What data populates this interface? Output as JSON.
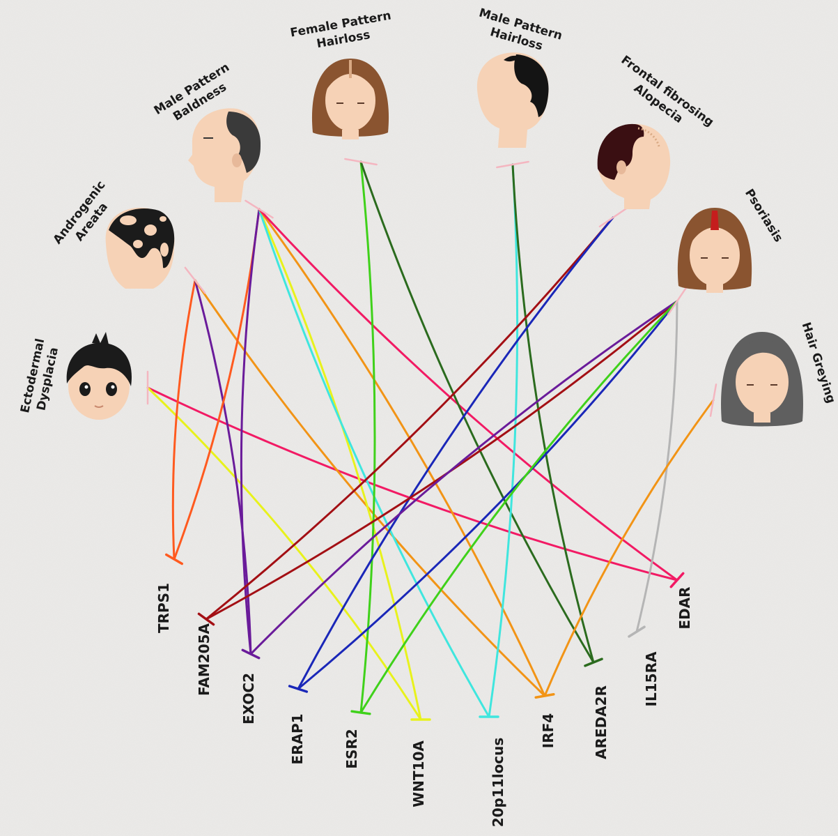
{
  "diseases": [
    {
      "id": "ed",
      "line1": "Ectodermal",
      "line2": "Dysplacia"
    },
    {
      "id": "aa",
      "line1": "Androgenic",
      "line2": "Areata"
    },
    {
      "id": "mpb",
      "line1": "Male Pattern",
      "line2": "Baldness"
    },
    {
      "id": "fph",
      "line1": "Female Pattern",
      "line2": "Hairloss"
    },
    {
      "id": "mph",
      "line1": "Male Pattern",
      "line2": "Hairloss"
    },
    {
      "id": "ffa",
      "line1": "Frontal fibrosing",
      "line2": "Alopecia"
    },
    {
      "id": "pso",
      "line1": "Psoriasis",
      "line2": ""
    },
    {
      "id": "hg",
      "line1": "Hair Greying",
      "line2": ""
    }
  ],
  "genes": [
    {
      "id": "TRPS1",
      "label": "TRPS1",
      "color": "#ff5a1f"
    },
    {
      "id": "FAM205A",
      "label": "FAM205A",
      "color": "#a30f14"
    },
    {
      "id": "EXOC2",
      "label": "EXOC2",
      "color": "#6a1b9a"
    },
    {
      "id": "ERAP1",
      "label": "ERAP1",
      "color": "#1a27b8"
    },
    {
      "id": "ESR2",
      "label": "ESR2",
      "color": "#3fd11a"
    },
    {
      "id": "WNT10A",
      "label": "WNT10A",
      "color": "#e8f21c"
    },
    {
      "id": "20p11locus",
      "label": "20p11locus",
      "color": "#3fe6de"
    },
    {
      "id": "IRF4",
      "label": "IRF4",
      "color": "#f29416"
    },
    {
      "id": "AREDA2R",
      "label": "AREDA2R",
      "color": "#2b6b1e"
    },
    {
      "id": "IL15RA",
      "label": "IL15RA",
      "color": "#b5b5b5"
    },
    {
      "id": "EDAR",
      "label": "EDAR",
      "color": "#f21a64"
    }
  ],
  "links": [
    {
      "from": "ed",
      "to": "EDAR",
      "color": "#f21a64"
    },
    {
      "from": "ed",
      "to": "WNT10A",
      "color": "#e8f21c"
    },
    {
      "from": "aa",
      "to": "TRPS1",
      "color": "#ff5a1f"
    },
    {
      "from": "aa",
      "to": "EXOC2",
      "color": "#6a1b9a"
    },
    {
      "from": "aa",
      "to": "IRF4",
      "color": "#f29416"
    },
    {
      "from": "mpb",
      "to": "TRPS1",
      "color": "#ff5a1f"
    },
    {
      "from": "mpb",
      "to": "EXOC2",
      "color": "#6a1b9a"
    },
    {
      "from": "mpb",
      "to": "WNT10A",
      "color": "#e8f21c"
    },
    {
      "from": "mpb",
      "to": "20p11locus",
      "color": "#3fe6de"
    },
    {
      "from": "mpb",
      "to": "IRF4",
      "color": "#f29416"
    },
    {
      "from": "mpb",
      "to": "EDAR",
      "color": "#f21a64"
    },
    {
      "from": "fph",
      "to": "ESR2",
      "color": "#3fd11a"
    },
    {
      "from": "fph",
      "to": "AREDA2R",
      "color": "#2b6b1e"
    },
    {
      "from": "mph",
      "to": "20p11locus",
      "color": "#3fe6de"
    },
    {
      "from": "mph",
      "to": "AREDA2R",
      "color": "#2b6b1e"
    },
    {
      "from": "ffa",
      "to": "FAM205A",
      "color": "#a30f14"
    },
    {
      "from": "ffa",
      "to": "ERAP1",
      "color": "#1a27b8"
    },
    {
      "from": "pso",
      "to": "FAM205A",
      "color": "#a30f14"
    },
    {
      "from": "pso",
      "to": "EXOC2",
      "color": "#6a1b9a"
    },
    {
      "from": "pso",
      "to": "ERAP1",
      "color": "#1a27b8"
    },
    {
      "from": "pso",
      "to": "ESR2",
      "color": "#3fd11a"
    },
    {
      "from": "pso",
      "to": "IL15RA",
      "color": "#b5b5b5"
    },
    {
      "from": "hg",
      "to": "IRF4",
      "color": "#f29416"
    }
  ],
  "colors": {
    "background": "#ecebe9",
    "skin": "#f6d2b6",
    "dark_hair": "#1b1b1b",
    "brown_hair": "#8a5430",
    "grey_hair": "#5f5f5f",
    "marker_pink": "#f4b6c0"
  }
}
